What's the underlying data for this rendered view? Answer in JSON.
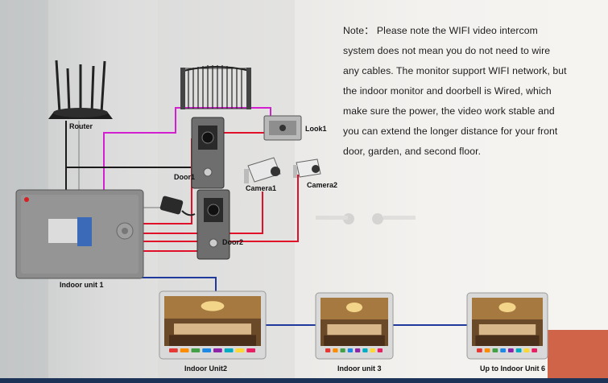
{
  "note_lines": [
    "Note： Please note the WIFI video intercom",
    "system does not mean you do not need to wire",
    "any cables. The monitor support WIFI network, but",
    "the indoor monitor and doorbell is Wired, which",
    "make sure the power, the video work stable and",
    "you can extend the longer distance for your front",
    "door, garden, and second floor."
  ],
  "labels": {
    "router": "Router",
    "lock": "Look1",
    "door1": "Door1",
    "door2": "Door2",
    "camera1": "Camera1",
    "camera2": "Camera2",
    "indoor1": "Indoor unit  1",
    "indoor2": "Indoor Unit2",
    "indoor3": "Indoor unit  3",
    "indoor6": "Up to Indoor Unit 6"
  },
  "colors": {
    "wire_red": "#e0102a",
    "wire_magenta": "#d21fd0",
    "wire_black": "#1a1a1a",
    "wire_blue": "#1f3a9c",
    "wire_gray": "#9a9a9a"
  }
}
